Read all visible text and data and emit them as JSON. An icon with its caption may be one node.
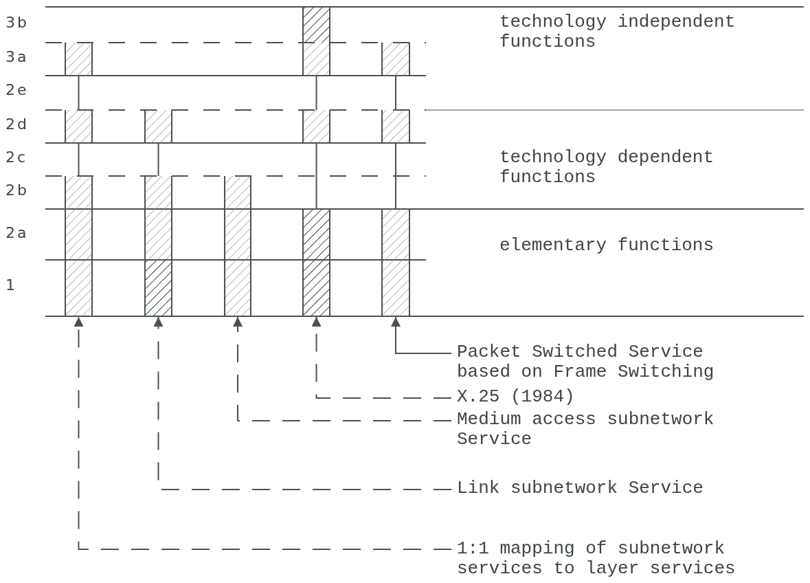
{
  "diagram": {
    "nodes": [
      {
        "text": [],
        "shape": "bar"
      },
      {
        "text": [],
        "shape": "bar"
      },
      {
        "text": [],
        "shape": "bar"
      },
      {
        "text": [],
        "shape": "bar"
      },
      {
        "text": [],
        "shape": "bar"
      },
      {
        "text": [
          "Packet Switched Service based on Frame Switching"
        ]
      },
      {
        "text": [
          "X.25 (1984)"
        ]
      },
      {
        "text": [
          "Medium access subnetwork Service"
        ]
      },
      {
        "text": [
          "Link subnetwork Service"
        ]
      },
      {
        "text": [
          "1:1 mapping of subnetwork services to layer services"
        ]
      }
    ],
    "edges": [
      {
        "from": 5,
        "to": 4,
        "arrow": "to"
      },
      {
        "from": 6,
        "to": 3,
        "arrow": "to",
        "style": "dashed"
      },
      {
        "from": 7,
        "to": 2,
        "arrow": "to",
        "style": "dashed"
      },
      {
        "from": 8,
        "to": 1,
        "arrow": "to",
        "style": "dashed"
      },
      {
        "from": 9,
        "to": 0,
        "arrow": "to",
        "style": "dashed"
      }
    ],
    "labels": [
      "3b",
      "3a",
      "2e",
      "2d",
      "2c",
      "2b",
      "2a",
      "1",
      "technology independent functions",
      "technology dependent functions",
      "elementary functions"
    ]
  }
}
